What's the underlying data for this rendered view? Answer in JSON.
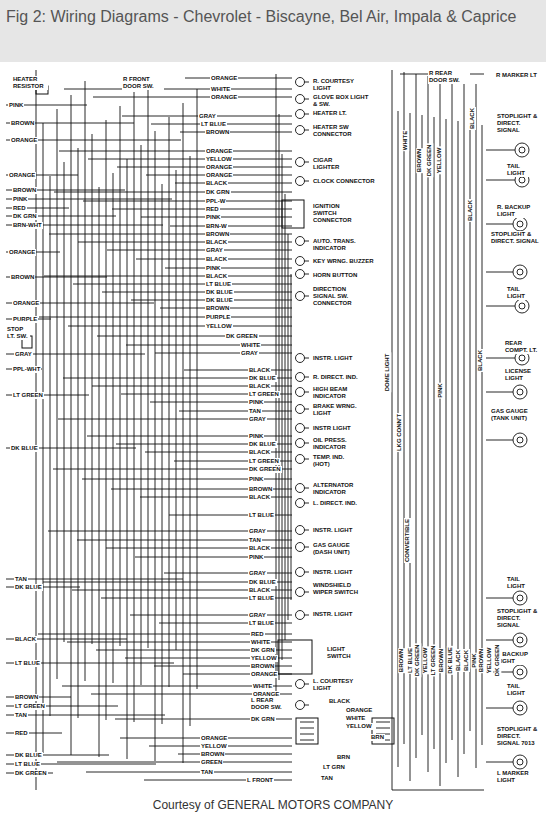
{
  "diagram": {
    "title": "Fig 2: Wiring Diagrams - Chevrolet - Biscayne, Bel Air, Impala & Caprice",
    "caption": "Courtesy of GENERAL MOTORS COMPANY",
    "labels": [
      "HEATER RESISTOR",
      "PINK",
      "BROWN",
      "ORANGE",
      "ORANGE",
      "BROWN",
      "PINK",
      "RED",
      "DK GRN",
      "BRN-WHT",
      "ORANGE",
      "BROWN",
      "ORANGE",
      "PURPLE",
      "STOP LT. SW.",
      "GRAY",
      "PPL-WHT",
      "LT GREEN",
      "DK BLUE",
      "TAN",
      "DK BLUE",
      "BLACK",
      "LT BLUE",
      "BROWN",
      "LT GREEN",
      "TAN",
      "RED",
      "DK BLUE",
      "LT BLUE",
      "DK GREEN",
      "R FRONT DOOR SW.",
      "ORANGE",
      "WHITE",
      "ORANGE",
      "GRAY",
      "LT BLUE",
      "BROWN",
      "ORANGE",
      "YELLOW",
      "ORANGE",
      "ORANGE",
      "BLACK",
      "DK GRN",
      "PPL-W",
      "RED",
      "PINK",
      "BRN-W",
      "BROWN",
      "BLACK",
      "GRAY",
      "BLACK",
      "PINK",
      "BLACK",
      "LT BLUE",
      "DK BLUE",
      "DK BLUE",
      "BROWN",
      "PURPLE",
      "YELLOW",
      "DK GREEN",
      "WHITE",
      "GRAY",
      "BLACK",
      "DK BLUE",
      "BLACK",
      "LT GREEN",
      "PINK",
      "TAN",
      "GRAY",
      "PINK",
      "DK BLUE",
      "BLACK",
      "LT GREEN",
      "DK GREEN",
      "PINK",
      "BROWN",
      "BLACK",
      "LT BLUE",
      "GRAY",
      "TAN",
      "BLACK",
      "PINK",
      "GRAY",
      "DK BLUE",
      "BLACK",
      "LT BLUE",
      "GRAY",
      "LT BLUE",
      "RED",
      "WHITE",
      "DK GRN",
      "YELLOW",
      "BROWN",
      "ORANGE",
      "WHITE",
      "ORANGE",
      "ORANGE",
      "YELLOW",
      "BROWN",
      "GREEN",
      "TAN",
      "DK GRN",
      "L FRONT",
      "R. COURTESY LIGHT",
      "GLOVE BOX LIGHT & SW.",
      "HEATER LT.",
      "HEATER SW CONNECTOR",
      "CIGAR LIGHTER",
      "CLOCK CONNECTOR",
      "IGNITION SWITCH CONNECTOR",
      "AUTO. TRANS. INDICATOR",
      "KEY WRNG. BUZZER",
      "HORN BUTTON",
      "DIRECTION SIGNAL SW. CONNECTOR",
      "INSTR. LIGHT",
      "R. DIRECT. IND.",
      "HIGH BEAM INDICATOR",
      "BRAKE WRNG. LIGHT",
      "INSTR LIGHT",
      "OIL PRESS. INDICATOR",
      "TEMP. IND. (HOT)",
      "ALTERNATOR INDICATOR",
      "L. DIRECT. IND.",
      "INSTR. LIGHT",
      "GAS GAUGE (DASH UNIT)",
      "INSTR. LIGHT",
      "WINDSHIELD WIPER SWITCH",
      "INSTR. LIGHT",
      "LIGHT SWITCH",
      "L. COURTESY LIGHT",
      "L REAR DOOR SW.",
      "R REAR DOOR SW.",
      "R MARKER LT",
      "STOPLIGHT & DIRECT. SIGNAL",
      "TAIL LIGHT",
      "R. BACKUP LIGHT",
      "STOPLIGHT & DIRECT. SIGNAL",
      "TAIL LIGHT",
      "REAR COMPT. LT.",
      "LICENSE LIGHT",
      "GAS GAUGE (TANK UNIT)",
      "TAIL LIGHT",
      "STOPLIGHT & DIRECT. SIGNAL",
      "L BACKUP LIGHT",
      "TAIL LIGHT",
      "STOPLIGHT & DIRECT. SIGNAL 7013",
      "L MARKER LIGHT",
      "WHITE",
      "DOME LIGHT",
      "LKG CONN'T",
      "CONVERTIBLE",
      "BLACK",
      "BROWN",
      "DK GREEN",
      "YELLOW",
      "BLACK",
      "PINK",
      "BLACK",
      "BROWN",
      "LT BLUE",
      "DK GREEN",
      "YELLOW",
      "LT GREEN",
      "BROWN",
      "DK BLUE",
      "BLACK",
      "BLACK",
      "PINK",
      "BROWN",
      "YELLOW",
      "DK GREEN",
      "BLACK",
      "ORANGE",
      "WHITE",
      "YELLOW",
      "BRN",
      "BRN",
      "LT GRN",
      "TAN"
    ]
  }
}
